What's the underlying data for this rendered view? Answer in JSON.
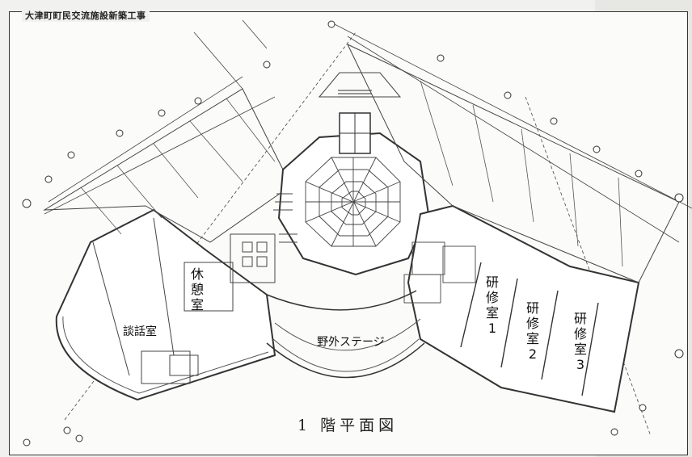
{
  "header": {
    "project_title": "大津町町民交流施設新築工事"
  },
  "rooms": {
    "rest_room": "休憩室",
    "lounge": "談話室",
    "outdoor_stage": "野外ステージ",
    "training_1": "研修室1",
    "training_2": "研修室2",
    "training_3": "研修室3"
  },
  "caption": {
    "text": "1 階平面図"
  }
}
